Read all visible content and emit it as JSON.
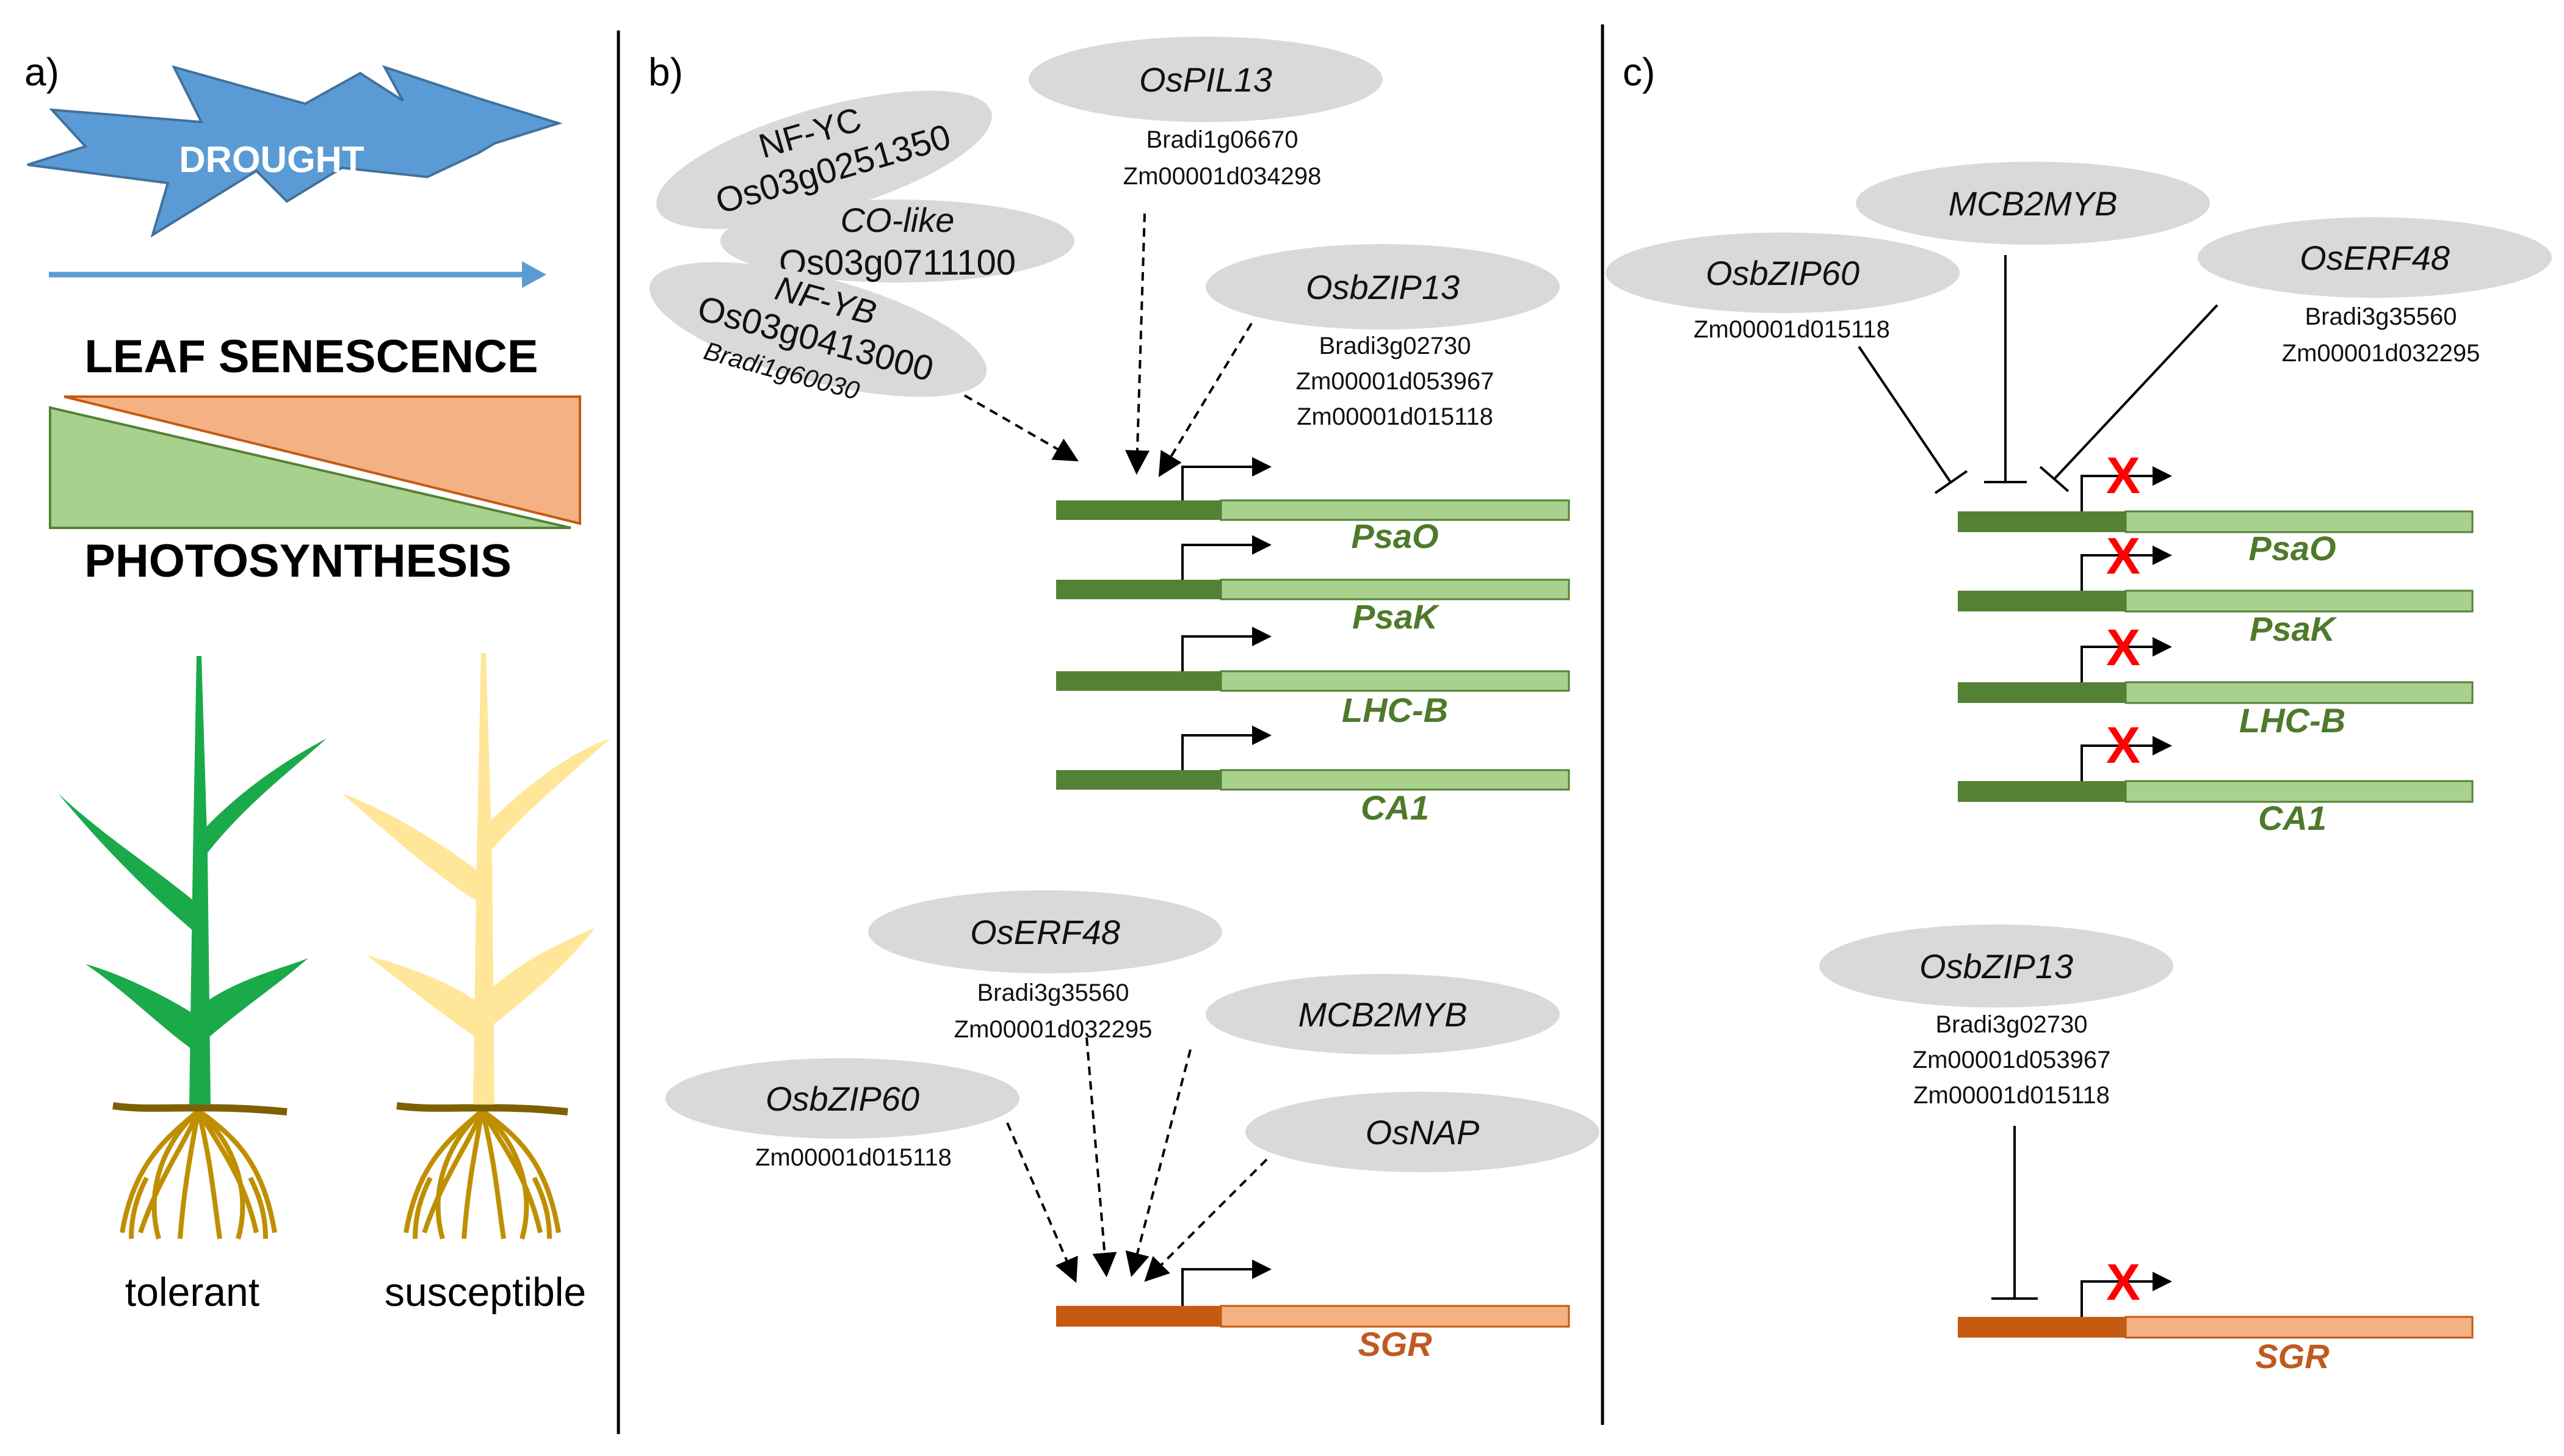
{
  "panels": {
    "a": {
      "label": "a)",
      "drought": "DROUGHT",
      "leaf_senescence": "LEAF SENESCENCE",
      "photosynthesis": "PHOTOSYNTHESIS",
      "plant_left": "tolerant",
      "plant_right": "susceptible"
    },
    "b": {
      "label": "b)",
      "tf_nfyc": {
        "name": "NF-YC",
        "id": "Os03g0251350"
      },
      "tf_colike": {
        "name": "CO-like",
        "id": "Os03g0711100"
      },
      "tf_nfyb": {
        "name": "NF-YB",
        "id": "Os03g0413000",
        "marker": "Bradi1g60030"
      },
      "tf_ospil13": {
        "name": "OsPIL13",
        "markers": [
          "Bradi1g06670",
          "Zm00001d034298"
        ]
      },
      "tf_osbzip13": {
        "name": "OsbZIP13",
        "markers": [
          "Bradi3g02730",
          "Zm00001d053967",
          "Zm00001d015118"
        ]
      },
      "targets": [
        "PsaO",
        "PsaK",
        "LHC-B",
        "CA1"
      ],
      "tf_oserf48": {
        "name": "OsERF48",
        "markers": [
          "Bradi3g35560",
          "Zm00001d032295"
        ]
      },
      "tf_mcb2myb": {
        "name": "MCB2MYB"
      },
      "tf_osbzip60": {
        "name": "OsbZIP60",
        "markers": [
          "Zm00001d015118"
        ]
      },
      "tf_osnap": {
        "name": "OsNAP"
      },
      "sgr": "SGR"
    },
    "c": {
      "label": "c)",
      "tf_osbzip60": {
        "name": "OsbZIP60",
        "markers": [
          "Zm00001d015118"
        ]
      },
      "tf_mcb2myb": {
        "name": "MCB2MYB"
      },
      "tf_oserf48": {
        "name": "OsERF48",
        "markers": [
          "Bradi3g35560",
          "Zm00001d032295"
        ]
      },
      "targets": [
        "PsaO",
        "PsaK",
        "LHC-B",
        "CA1"
      ],
      "tf_osbzip13": {
        "name": "OsbZIP13",
        "markers": [
          "Bradi3g02730",
          "Zm00001d053967",
          "Zm00001d015118"
        ]
      },
      "sgr": "SGR",
      "block_mark": "X"
    }
  },
  "colors": {
    "drought_star": "#5b9bd5",
    "arrow_blue": "#5b9bd5",
    "senescence_triangle": "#f4b183",
    "photosynthesis_triangle": "#a9d18e",
    "promoter_green": "#548235",
    "gene_green": "#a9d18e",
    "promoter_orange": "#c55a11",
    "gene_orange": "#f4b183",
    "tf_ellipse": "#d9d9d9",
    "block_x": "#ff0000",
    "plant_green": "#1aaa4a",
    "plant_yellow": "#ffe699",
    "root": "#bf8f00"
  }
}
